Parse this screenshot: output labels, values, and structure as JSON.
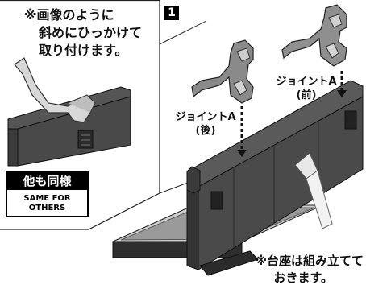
{
  "inset": {
    "note_line1": "※画像のように",
    "note_line2": "斜めにひっかけて",
    "note_line3": "取り付けます。"
  },
  "step": {
    "number": "1"
  },
  "others": {
    "title": "他も同様",
    "en_line1": "SAME FOR",
    "en_line2": "OTHERS"
  },
  "labels": {
    "joint_front_line1": "ジョイントA",
    "joint_front_line2": "(前)",
    "joint_back_line1": "ジョイントA",
    "joint_back_line2": "(後)"
  },
  "bottom_note": {
    "line1": "※台座は組み立てて",
    "line2": "おきます。"
  }
}
